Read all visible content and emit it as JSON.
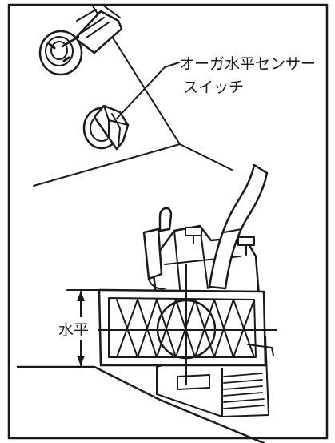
{
  "labels": {
    "sensor_switch_line1": "オーガ水平センサー",
    "sensor_switch_line2": "スイッチ",
    "level": "水平"
  }
}
